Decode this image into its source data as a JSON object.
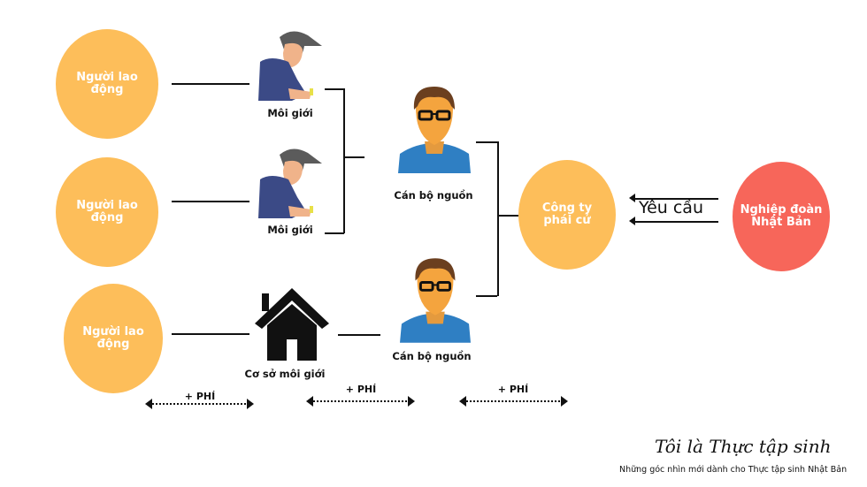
{
  "workers": [
    {
      "label": "Người lao động"
    },
    {
      "label": "Người lao động"
    },
    {
      "label": "Người lao động"
    }
  ],
  "brokers": [
    {
      "label": "Môi giới",
      "icon": "worker-writing-icon"
    },
    {
      "label": "Môi giới",
      "icon": "worker-writing-icon"
    }
  ],
  "broker_office": {
    "label": "Cơ sở môi giới",
    "icon": "house-icon"
  },
  "sources": [
    {
      "label": "Cán bộ nguồn",
      "icon": "man-glasses-icon"
    },
    {
      "label": "Cán bộ nguồn",
      "icon": "man-glasses-icon"
    }
  ],
  "company": {
    "label": "Công ty phái cử"
  },
  "union": {
    "label": "Nghiệp đoàn Nhật Bản"
  },
  "request": {
    "label": "Yêu cầu"
  },
  "fees": [
    {
      "label": "+ PHÍ"
    },
    {
      "label": "+ PHÍ"
    },
    {
      "label": "+ PHÍ"
    }
  ],
  "brand": {
    "title": "Tôi là Thực tập sinh",
    "subtitle": "Những góc nhìn mới dành cho Thực tập sinh Nhật Bản"
  },
  "colors": {
    "orange": "#FDBE5A",
    "red": "#F7665A"
  }
}
